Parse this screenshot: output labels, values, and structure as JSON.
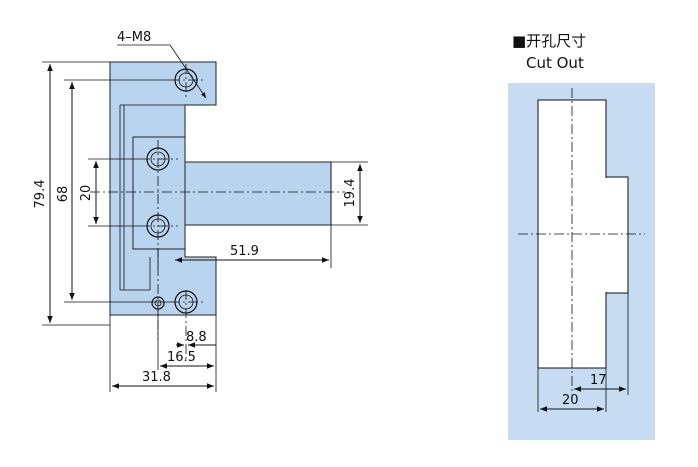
{
  "thread_callout": "4–M8",
  "dimensions": {
    "total_height": "79.4",
    "hole_spacing": "68",
    "inner_spacing": "20",
    "body_width": "19.4",
    "arm_length": "51.9",
    "offset_small": "8.8",
    "offset_medium": "16.5",
    "overall_width": "31.8"
  },
  "cutout": {
    "title_cn": "■开孔尺寸",
    "title_en": "Cut Out",
    "dim_inner": "17",
    "dim_outer": "20"
  },
  "colors": {
    "part_fill": "#b9d4ef",
    "panel_fill": "#c7dcf2",
    "line": "#111111"
  }
}
